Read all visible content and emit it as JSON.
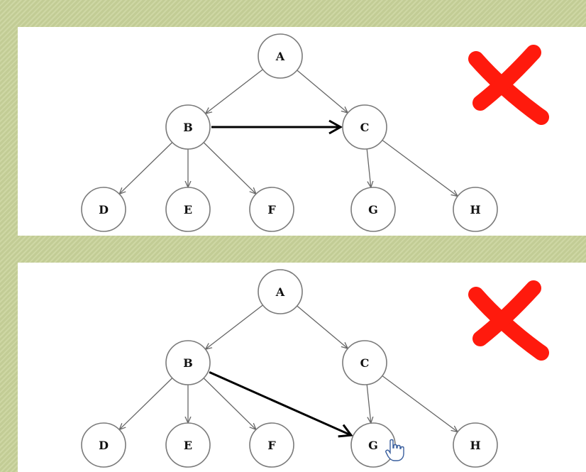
{
  "nodes": [
    {
      "id": "A",
      "label": "A"
    },
    {
      "id": "B",
      "label": "B"
    },
    {
      "id": "C",
      "label": "C"
    },
    {
      "id": "D",
      "label": "D"
    },
    {
      "id": "E",
      "label": "E"
    },
    {
      "id": "F",
      "label": "F"
    },
    {
      "id": "G",
      "label": "G"
    },
    {
      "id": "H",
      "label": "H"
    }
  ],
  "edges": [
    {
      "from": "A",
      "to": "B"
    },
    {
      "from": "A",
      "to": "C"
    },
    {
      "from": "B",
      "to": "D"
    },
    {
      "from": "B",
      "to": "E"
    },
    {
      "from": "B",
      "to": "F"
    },
    {
      "from": "C",
      "to": "G"
    },
    {
      "from": "C",
      "to": "H"
    }
  ],
  "panels": [
    {
      "emphasized_edge": {
        "from": "B",
        "to": "C"
      },
      "mark_icon": "red-cross-icon",
      "mark_color": "#ff1a0d"
    },
    {
      "emphasized_edge": {
        "from": "B",
        "to": "G"
      },
      "mark_icon": "red-cross-icon",
      "mark_color": "#ff1a0d",
      "cursor_icon": "hand-pointer-icon",
      "cursor_target": "G"
    }
  ]
}
